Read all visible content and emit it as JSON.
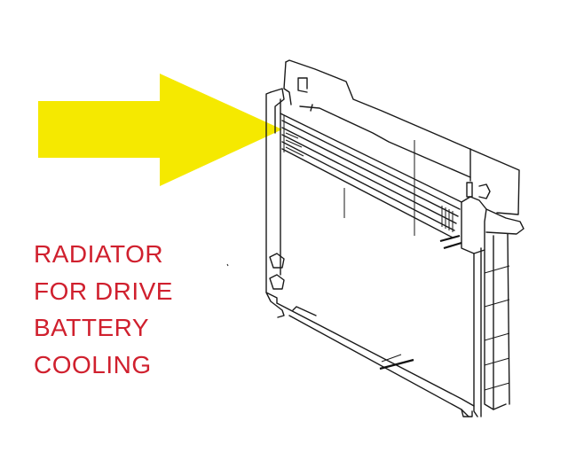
{
  "annotation": {
    "lines": [
      "RADIATOR",
      "FOR DRIVE",
      "BATTERY",
      "COOLING"
    ],
    "color": "#d0202e"
  },
  "arrow": {
    "color": "#f5e900",
    "direction": "right",
    "points_to": "radiator-core"
  },
  "illustration": {
    "subject": "radiator-assembly-line-drawing",
    "line_color": "#1a1a1a"
  }
}
